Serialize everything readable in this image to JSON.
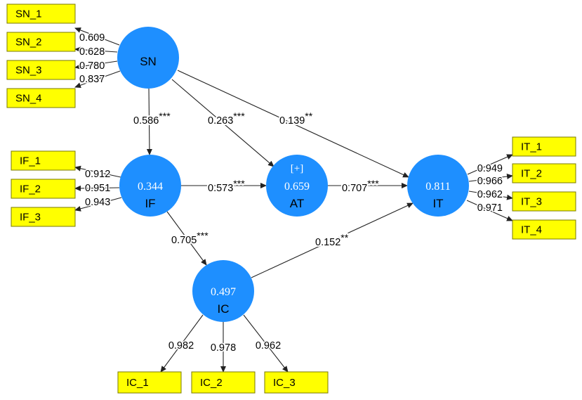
{
  "constructs": [
    {
      "id": "SN",
      "label": "SN",
      "r2": "",
      "tag": ""
    },
    {
      "id": "IF",
      "label": "IF",
      "r2": "0.344",
      "tag": ""
    },
    {
      "id": "AT",
      "label": "AT",
      "r2": "0.659",
      "tag": "[+]"
    },
    {
      "id": "IT",
      "label": "IT",
      "r2": "0.811",
      "tag": ""
    },
    {
      "id": "IC",
      "label": "IC",
      "r2": "0.497",
      "tag": ""
    }
  ],
  "indicators": [
    {
      "id": "SN_1",
      "label": "SN_1",
      "construct": "SN",
      "loading": "0.609"
    },
    {
      "id": "SN_2",
      "label": "SN_2",
      "construct": "SN",
      "loading": "0.628"
    },
    {
      "id": "SN_3",
      "label": "SN_3",
      "construct": "SN",
      "loading": "0.780"
    },
    {
      "id": "SN_4",
      "label": "SN_4",
      "construct": "SN",
      "loading": "0.837"
    },
    {
      "id": "IF_1",
      "label": "IF_1",
      "construct": "IF",
      "loading": "0.912"
    },
    {
      "id": "IF_2",
      "label": "IF_2",
      "construct": "IF",
      "loading": "0.951"
    },
    {
      "id": "IF_3",
      "label": "IF_3",
      "construct": "IF",
      "loading": "0.943"
    },
    {
      "id": "IT_1",
      "label": "IT_1",
      "construct": "IT",
      "loading": "0.949"
    },
    {
      "id": "IT_2",
      "label": "IT_2",
      "construct": "IT",
      "loading": "0.966"
    },
    {
      "id": "IT_3",
      "label": "IT_3",
      "construct": "IT",
      "loading": "0.962"
    },
    {
      "id": "IT_4",
      "label": "IT_4",
      "construct": "IT",
      "loading": "0.971"
    },
    {
      "id": "IC_1",
      "label": "IC_1",
      "construct": "IC",
      "loading": "0.982"
    },
    {
      "id": "IC_2",
      "label": "IC_2",
      "construct": "IC",
      "loading": "0.978"
    },
    {
      "id": "IC_3",
      "label": "IC_3",
      "construct": "IC",
      "loading": "0.962"
    }
  ],
  "paths": [
    {
      "id": "SN-IF",
      "from": "SN",
      "to": "IF",
      "coef": "0.586",
      "sig": "***"
    },
    {
      "id": "SN-AT",
      "from": "SN",
      "to": "AT",
      "coef": "0.263",
      "sig": "***"
    },
    {
      "id": "SN-IT",
      "from": "SN",
      "to": "IT",
      "coef": "0.139",
      "sig": "**"
    },
    {
      "id": "IF-AT",
      "from": "IF",
      "to": "AT",
      "coef": "0.573",
      "sig": "***"
    },
    {
      "id": "AT-IT",
      "from": "AT",
      "to": "IT",
      "coef": "0.707",
      "sig": "***"
    },
    {
      "id": "IF-IC",
      "from": "IF",
      "to": "IC",
      "coef": "0.705",
      "sig": "***"
    },
    {
      "id": "IC-IT",
      "from": "IC",
      "to": "IT",
      "coef": "0.152",
      "sig": "**"
    }
  ],
  "colors": {
    "construct_fill": "#1e8fff",
    "indicator_fill": "#ffff00",
    "edge": "#222222"
  }
}
